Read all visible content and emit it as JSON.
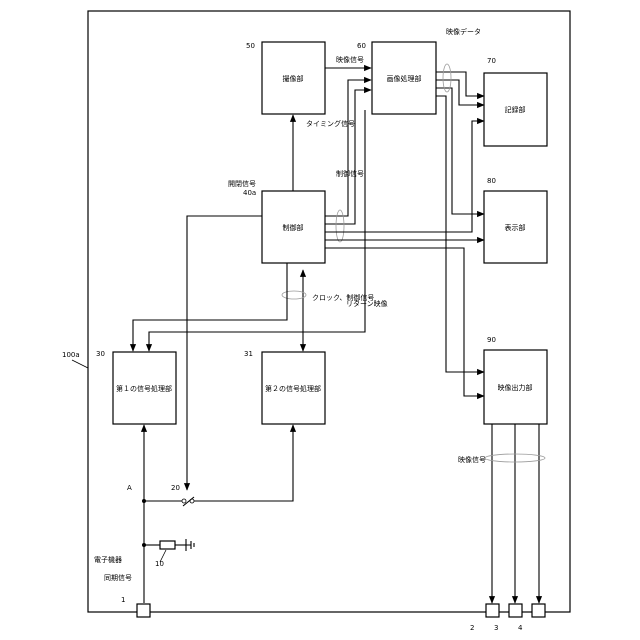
{
  "device": {
    "id": "100a",
    "name": "電子機器"
  },
  "blocks": {
    "b50": {
      "id": "50",
      "label": "撮像部"
    },
    "b60": {
      "id": "60",
      "label": "画像処理部"
    },
    "b70": {
      "id": "70",
      "label": "記録部"
    },
    "b80": {
      "id": "80",
      "label": "表示部"
    },
    "b40": {
      "id": "40a",
      "label": "制御部"
    },
    "b30": {
      "id": "30",
      "label": "第１の信号処理部"
    },
    "b31": {
      "id": "31",
      "label": "第２の信号処理部"
    },
    "b90": {
      "id": "90",
      "label": "映像出力部"
    }
  },
  "signals": {
    "video_signal": "映像信号",
    "video_data": "映像データ",
    "timing_signal": "タイミング信号",
    "control_signal": "制御信号",
    "open_close_signal": "開閉信号",
    "clock_control": "クロック、制御信号",
    "return_video": "リターン映像",
    "sync_signal": "同期信号",
    "out_video_signal": "映像信号"
  },
  "parts": {
    "switch": "20",
    "resistor": "10",
    "node": "A"
  },
  "terminals": [
    "1",
    "2",
    "3",
    "4"
  ]
}
